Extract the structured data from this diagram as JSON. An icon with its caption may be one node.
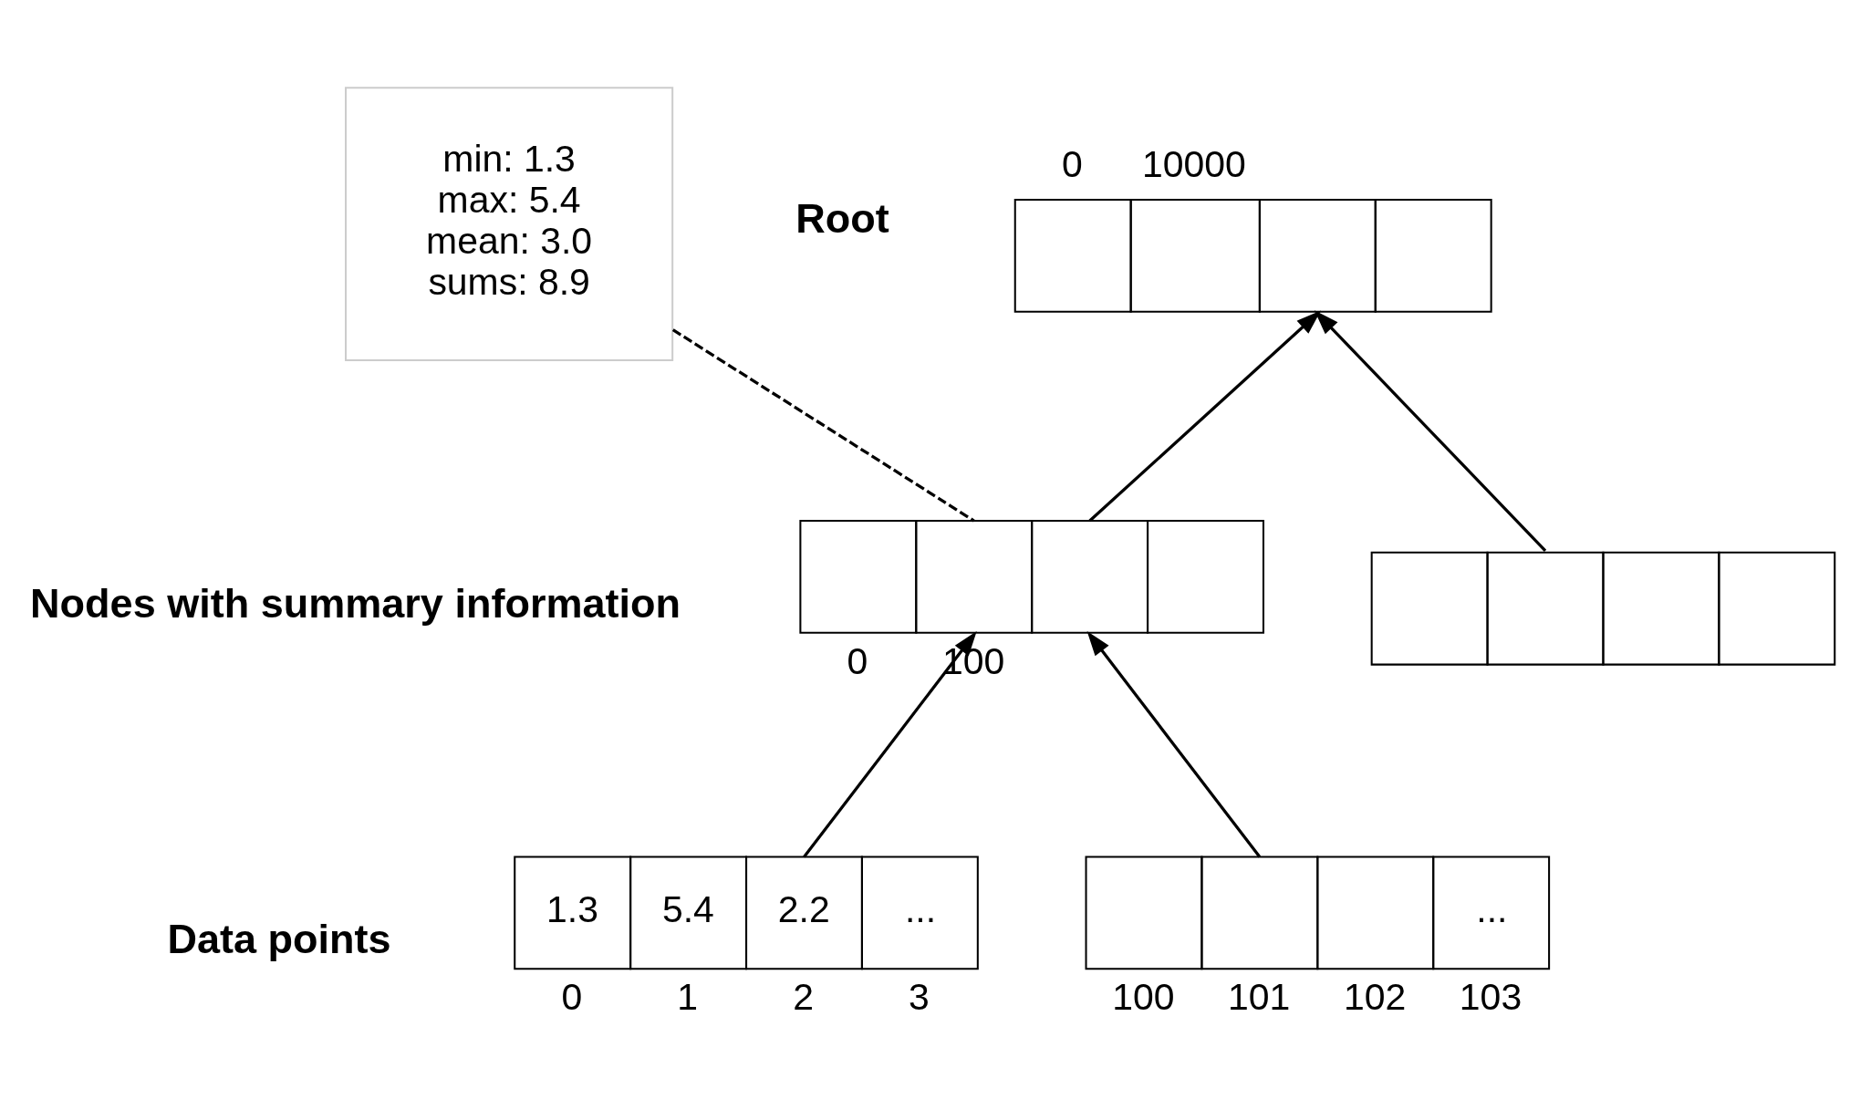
{
  "diagram": {
    "nodes": [
      {
        "text": [],
        "shape": "array",
        "beside": [
          "0",
          "10000"
        ]
      },
      {
        "text": [
          "min: 1.3",
          "max: 5.4",
          "mean: 3.0",
          "sums: 8.9"
        ]
      },
      {
        "text": [],
        "shape": "array",
        "beside": [
          "0",
          "100"
        ]
      },
      {
        "text": [],
        "shape": "array"
      },
      {
        "text": [
          "1.3",
          "5.4",
          "2.2",
          "..."
        ],
        "beside": [
          "0",
          "1",
          "2",
          "3"
        ]
      },
      {
        "text": [
          "..."
        ],
        "beside": [
          "100",
          "101",
          "102",
          "103"
        ]
      }
    ],
    "edges": [
      {
        "from": 2,
        "to": 0,
        "arrow": "to"
      },
      {
        "from": 3,
        "to": 0,
        "arrow": "to"
      },
      {
        "from": 1,
        "to": 2,
        "arrow": "none",
        "style": "dashed"
      },
      {
        "from": 4,
        "to": 2,
        "arrow": "to"
      },
      {
        "from": 5,
        "to": 2,
        "arrow": "to"
      }
    ],
    "labels": [
      "Root",
      "Nodes with summary information",
      "Data points"
    ]
  }
}
